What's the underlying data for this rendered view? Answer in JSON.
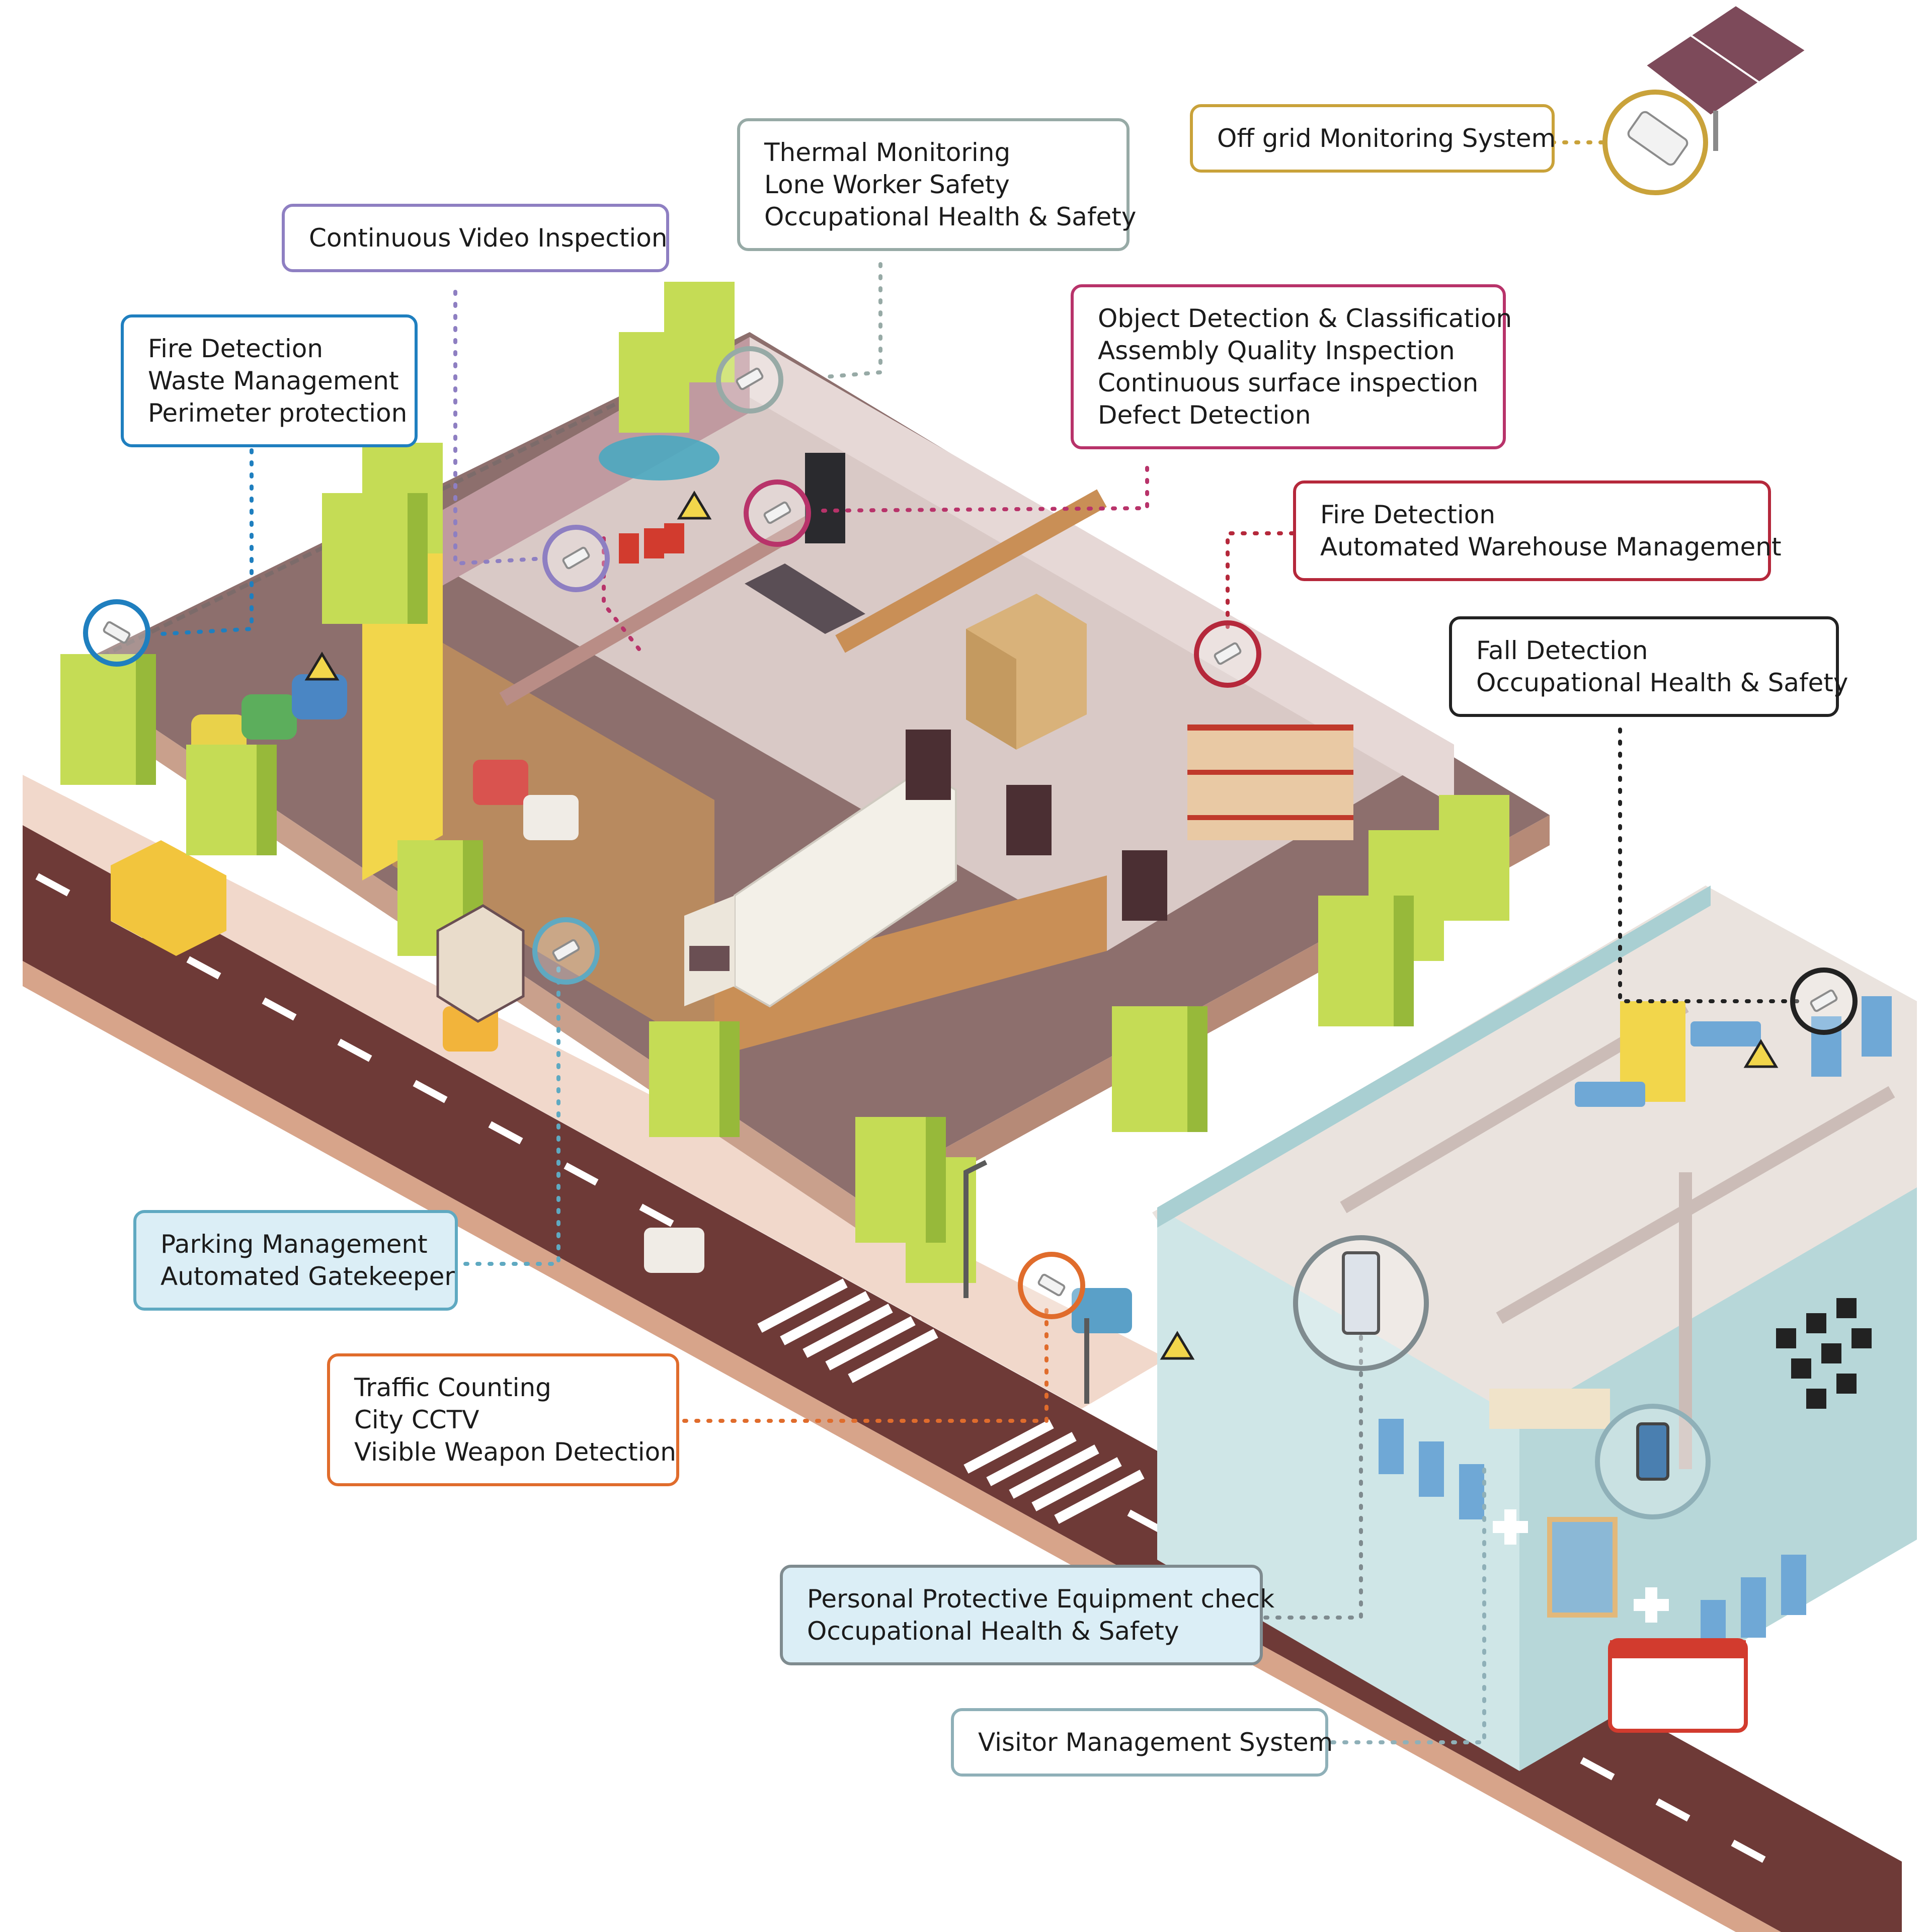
{
  "callouts": {
    "offgrid": {
      "lines": [
        "Off grid Monitoring System"
      ],
      "color": "#c9a23a"
    },
    "thermal": {
      "lines": [
        "Thermal Monitoring",
        "Lone Worker Safety",
        "Occupational Health & Safety"
      ],
      "color": "#97aaa6"
    },
    "video": {
      "lines": [
        "Continuous Video Inspection"
      ],
      "color": "#8e7fc2"
    },
    "fire_waste": {
      "lines": [
        "Fire Detection",
        "Waste Management",
        "Perimeter protection"
      ],
      "color": "#1f7fbf"
    },
    "object": {
      "lines": [
        "Object Detection & Classification",
        "Assembly Quality Inspection",
        "Continuous surface inspection",
        "Defect Detection"
      ],
      "color": "#b8336a"
    },
    "fire_warehouse": {
      "lines": [
        "Fire Detection",
        "Automated Warehouse Management"
      ],
      "color": "#b5283b"
    },
    "fall": {
      "lines": [
        "Fall Detection",
        "Occupational Health & Safety"
      ],
      "color": "#222222"
    },
    "parking": {
      "lines": [
        "Parking Management",
        "Automated Gatekeeper"
      ],
      "color": "#5fa9c1"
    },
    "traffic": {
      "lines": [
        "Traffic Counting",
        "City CCTV",
        "Visible Weapon Detection"
      ],
      "color": "#e06c2c"
    },
    "ppe": {
      "lines": [
        "Personal Protective Equipment check",
        "Occupational Health & Safety"
      ],
      "color": "#7f8b8f"
    },
    "visitor": {
      "lines": [
        "Visitor Management System"
      ],
      "color": "#8fb0b8"
    }
  },
  "colors": {
    "asphalt": "#6e3a37",
    "sidewalk": "#e8c7b6",
    "lot": "#8d6f6d",
    "building_wall": "#b88a5f",
    "warehouse_floor": "#d8cbc8",
    "hospital_wall": "#cfe6e7",
    "hedge": "#c5dc55",
    "truck": "#f3f0e8",
    "solar": "#7d4a5a",
    "accent_yellow": "#f2d64b"
  }
}
